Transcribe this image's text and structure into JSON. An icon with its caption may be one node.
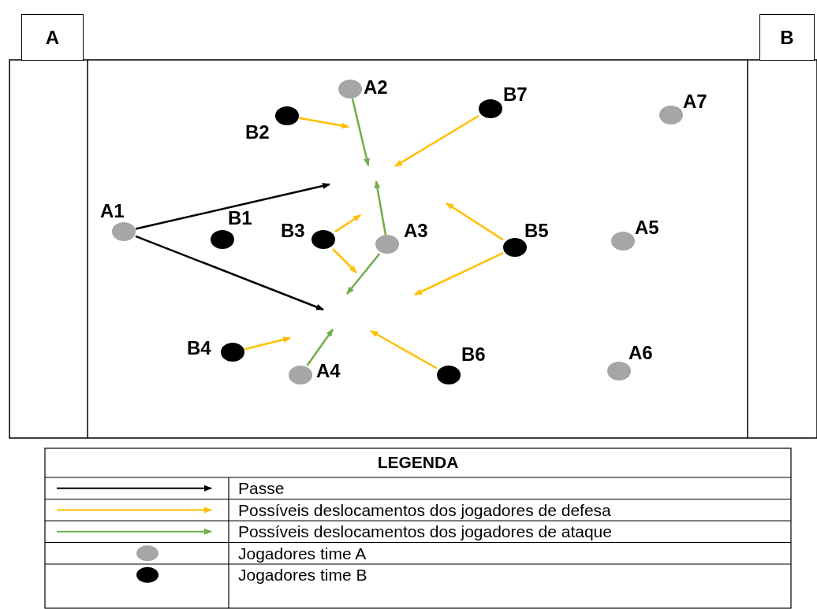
{
  "diagram": {
    "nodes": [
      {
        "text": [
          "A"
        ]
      },
      {
        "text": [
          "B"
        ]
      },
      {
        "text": [
          "A1"
        ]
      },
      {
        "text": [
          "A2"
        ]
      },
      {
        "text": [
          "A3"
        ]
      },
      {
        "text": [
          "A4"
        ]
      },
      {
        "text": [
          "A5"
        ]
      },
      {
        "text": [
          "A6"
        ]
      },
      {
        "text": [
          "A7"
        ]
      },
      {
        "text": [
          "B1"
        ]
      },
      {
        "text": [
          "B2"
        ]
      },
      {
        "text": [
          "B3"
        ]
      },
      {
        "text": [
          "B4"
        ]
      },
      {
        "text": [
          "B5"
        ]
      },
      {
        "text": [
          "B6"
        ]
      },
      {
        "text": [
          "B7"
        ]
      }
    ],
    "edges": [
      {
        "from": 2,
        "to": null,
        "arrow": "to",
        "color": "#000000"
      },
      {
        "from": 2,
        "to": null,
        "arrow": "to",
        "color": "#000000"
      },
      {
        "from": 10,
        "to": null,
        "arrow": "to",
        "color": "#ffc000"
      },
      {
        "from": 15,
        "to": null,
        "arrow": "to",
        "color": "#ffc000"
      },
      {
        "from": 11,
        "to": null,
        "arrow": "to",
        "color": "#ffc000"
      },
      {
        "from": 11,
        "to": null,
        "arrow": "to",
        "color": "#ffc000"
      },
      {
        "from": 13,
        "to": null,
        "arrow": "to",
        "color": "#ffc000"
      },
      {
        "from": 13,
        "to": null,
        "arrow": "to",
        "color": "#ffc000"
      },
      {
        "from": 12,
        "to": null,
        "arrow": "to",
        "color": "#ffc000"
      },
      {
        "from": 14,
        "to": null,
        "arrow": "to",
        "color": "#ffc000"
      },
      {
        "from": 3,
        "to": null,
        "arrow": "to",
        "color": "#70ad47"
      },
      {
        "from": 4,
        "to": null,
        "arrow": "to",
        "color": "#70ad47"
      },
      {
        "from": 4,
        "to": null,
        "arrow": "to",
        "color": "#70ad47"
      },
      {
        "from": 5,
        "to": null,
        "arrow": "to",
        "color": "#70ad47"
      }
    ],
    "labels": [
      "LEGENDA"
    ],
    "legend": [
      {
        "text": "Passe"
      },
      {
        "text": "Possíveis deslocamentos dos jogadores de defesa"
      },
      {
        "text": "Possíveis deslocamentos dos jogadores de ataque"
      },
      {
        "text": "Jogadores time A"
      },
      {
        "text": "Jogadores time B"
      }
    ]
  }
}
